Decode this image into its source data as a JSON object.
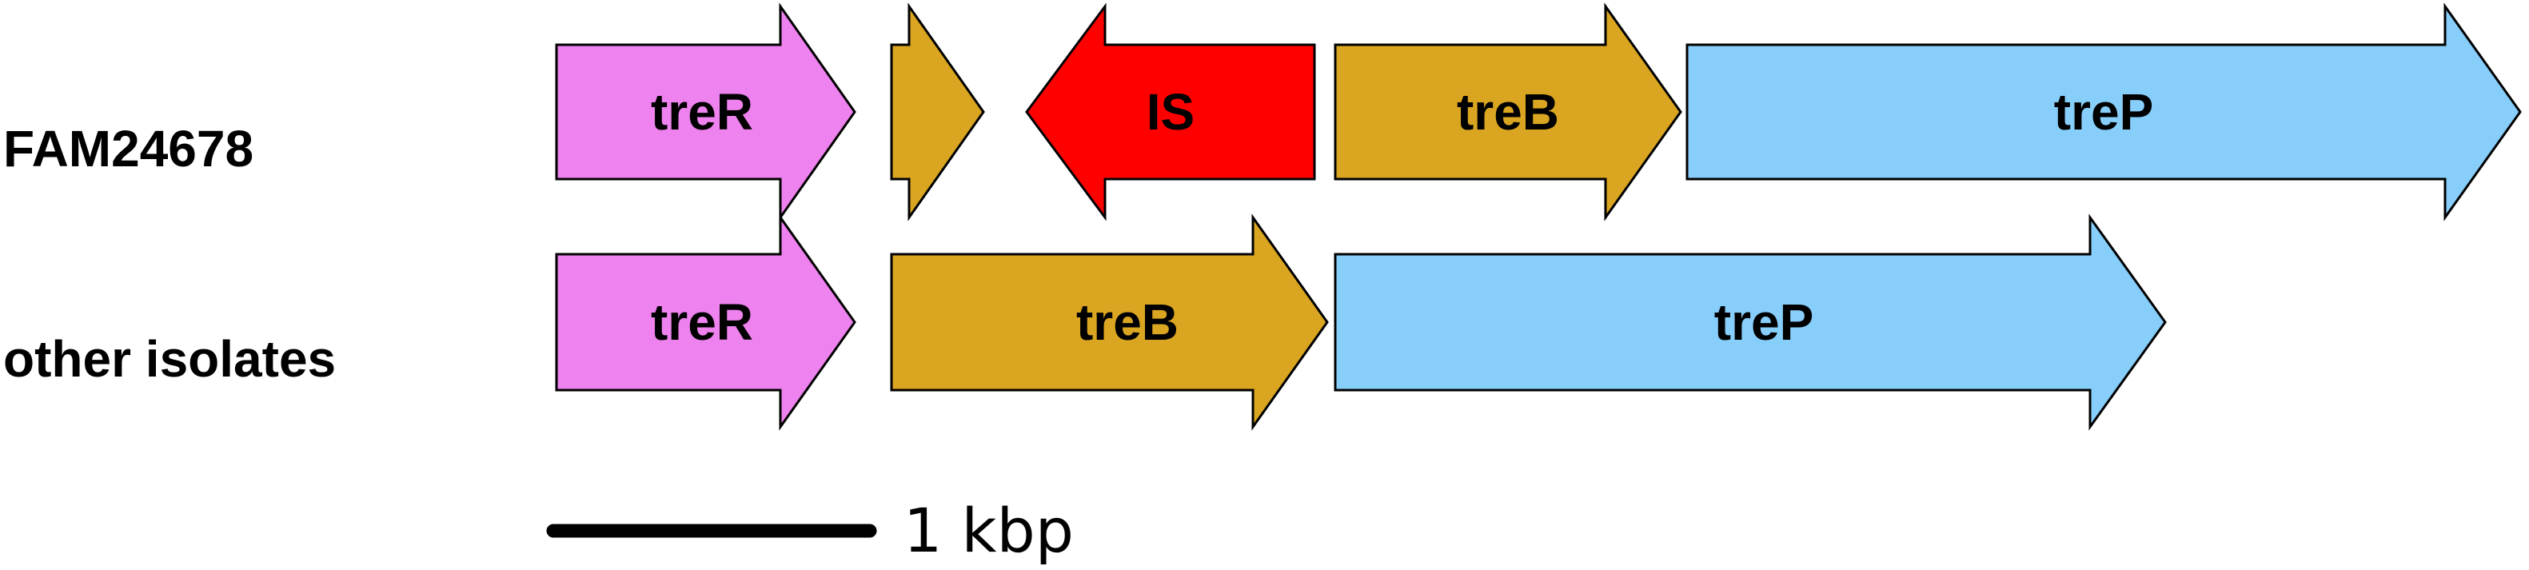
{
  "rows": [
    {
      "label": "FAM24678",
      "genes": [
        {
          "name": "treR",
          "color": "#ee82ee",
          "direction": "forward"
        },
        {
          "name": "",
          "color": "#daa520",
          "direction": "forward"
        },
        {
          "name": "IS",
          "color": "#ff0000",
          "direction": "reverse"
        },
        {
          "name": "treB",
          "color": "#daa520",
          "direction": "forward"
        },
        {
          "name": "treP",
          "color": "#87cefa",
          "direction": "forward"
        }
      ]
    },
    {
      "label": "other isolates",
      "genes": [
        {
          "name": "treR",
          "color": "#ee82ee",
          "direction": "forward"
        },
        {
          "name": "treB",
          "color": "#daa520",
          "direction": "forward"
        },
        {
          "name": "treP",
          "color": "#87cefa",
          "direction": "forward"
        }
      ]
    }
  ],
  "scale_bar": {
    "label": "1 kbp"
  }
}
